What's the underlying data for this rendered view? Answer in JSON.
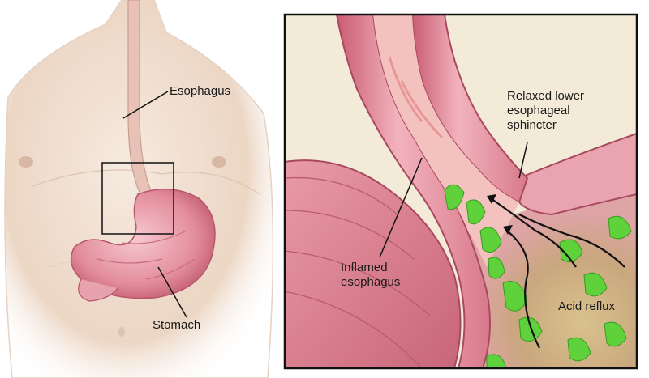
{
  "labels": {
    "esophagus": "Esophagus",
    "stomach": "Stomach",
    "sphincter": [
      "Relaxed lower",
      "esophageal",
      "sphincter"
    ],
    "inflamed": [
      "Inflamed",
      "esophagus"
    ],
    "reflux": "Acid reflux"
  },
  "colors": {
    "skin": "#f3e3d6",
    "tissue": "#e89aa6",
    "tissue_dark": "#c85a70",
    "reflux_green": "#5fd13a",
    "stomach_inner": "#d8b89a",
    "frame": "#111111"
  }
}
